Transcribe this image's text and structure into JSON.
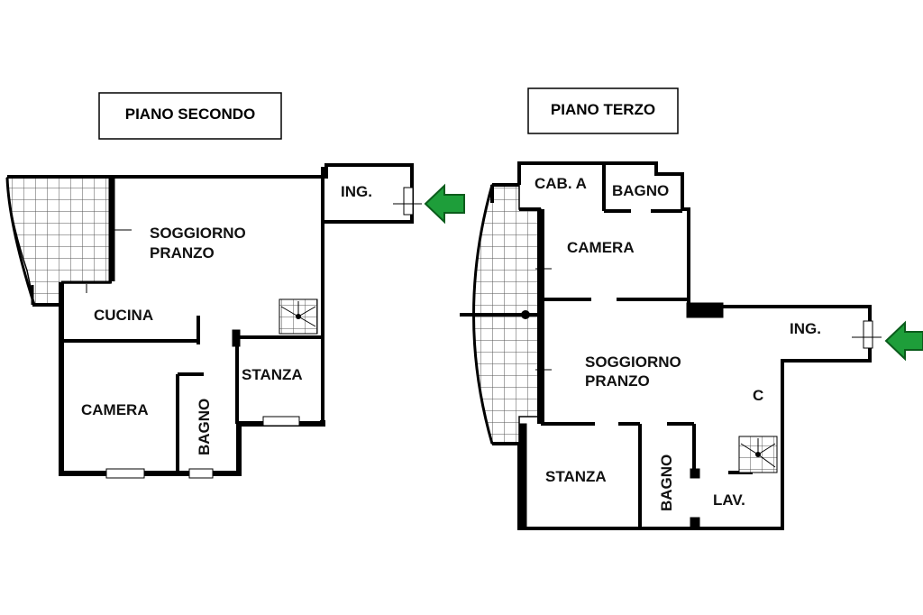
{
  "colors": {
    "wall": "#000000",
    "background": "#ffffff",
    "arrow": "#1e9e3a",
    "arrow_outline": "#0b5c1c",
    "terrace_grid": "#555555"
  },
  "icons": {
    "entrance_arrow": "green-left-arrow",
    "stairs": "spiral-staircase"
  },
  "floor_second": {
    "title": "PIANO SECONDO",
    "rooms": {
      "ing": "ING.",
      "soggiorno_line1": "SOGGIORNO",
      "soggiorno_line2": "PRANZO",
      "cucina": "CUCINA",
      "camera": "CAMERA",
      "bagno": "BAGNO",
      "stanza": "STANZA"
    }
  },
  "floor_third": {
    "title": "PIANO TERZO",
    "rooms": {
      "cab_a": "CAB. A",
      "bagno_top": "BAGNO",
      "camera": "CAMERA",
      "ing": "ING.",
      "soggiorno_line1": "SOGGIORNO",
      "soggiorno_line2": "PRANZO",
      "c": "C",
      "stanza": "STANZA",
      "bagno_bottom": "BAGNO",
      "lav": "LAV."
    }
  }
}
